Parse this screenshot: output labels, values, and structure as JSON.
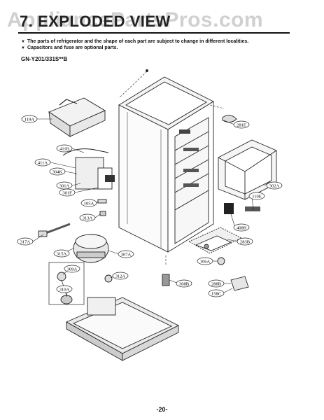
{
  "header": {
    "title": "7. EXPLODED VIEW",
    "watermark": "AppliancePartsPros.com"
  },
  "notes": [
    "The parts of refrigerator and the shape of each part are subject to change in different localities.",
    "Capacitors and fuse are optional parts."
  ],
  "model": "GN-Y201/331S**B",
  "callouts": {
    "c119A": "119A",
    "c281E": "281E",
    "c411B": "411B",
    "c411A": "411A",
    "c304K": "304K",
    "c301A": "301A",
    "c301F": "301F",
    "c105A": "105A",
    "c313A": "313A",
    "c302A": "302A",
    "c110E": "110E",
    "c408B": "408B",
    "c283B": "283B",
    "c317A": "317A",
    "c315A": "315A",
    "c307A": "307A",
    "c309A": "309A",
    "c312A": "312A",
    "c310A": "310A",
    "c106A": "106A",
    "c308B": "308B",
    "c288B": "288B",
    "c158C": "158C"
  },
  "footer": {
    "page_number": "-20-"
  }
}
